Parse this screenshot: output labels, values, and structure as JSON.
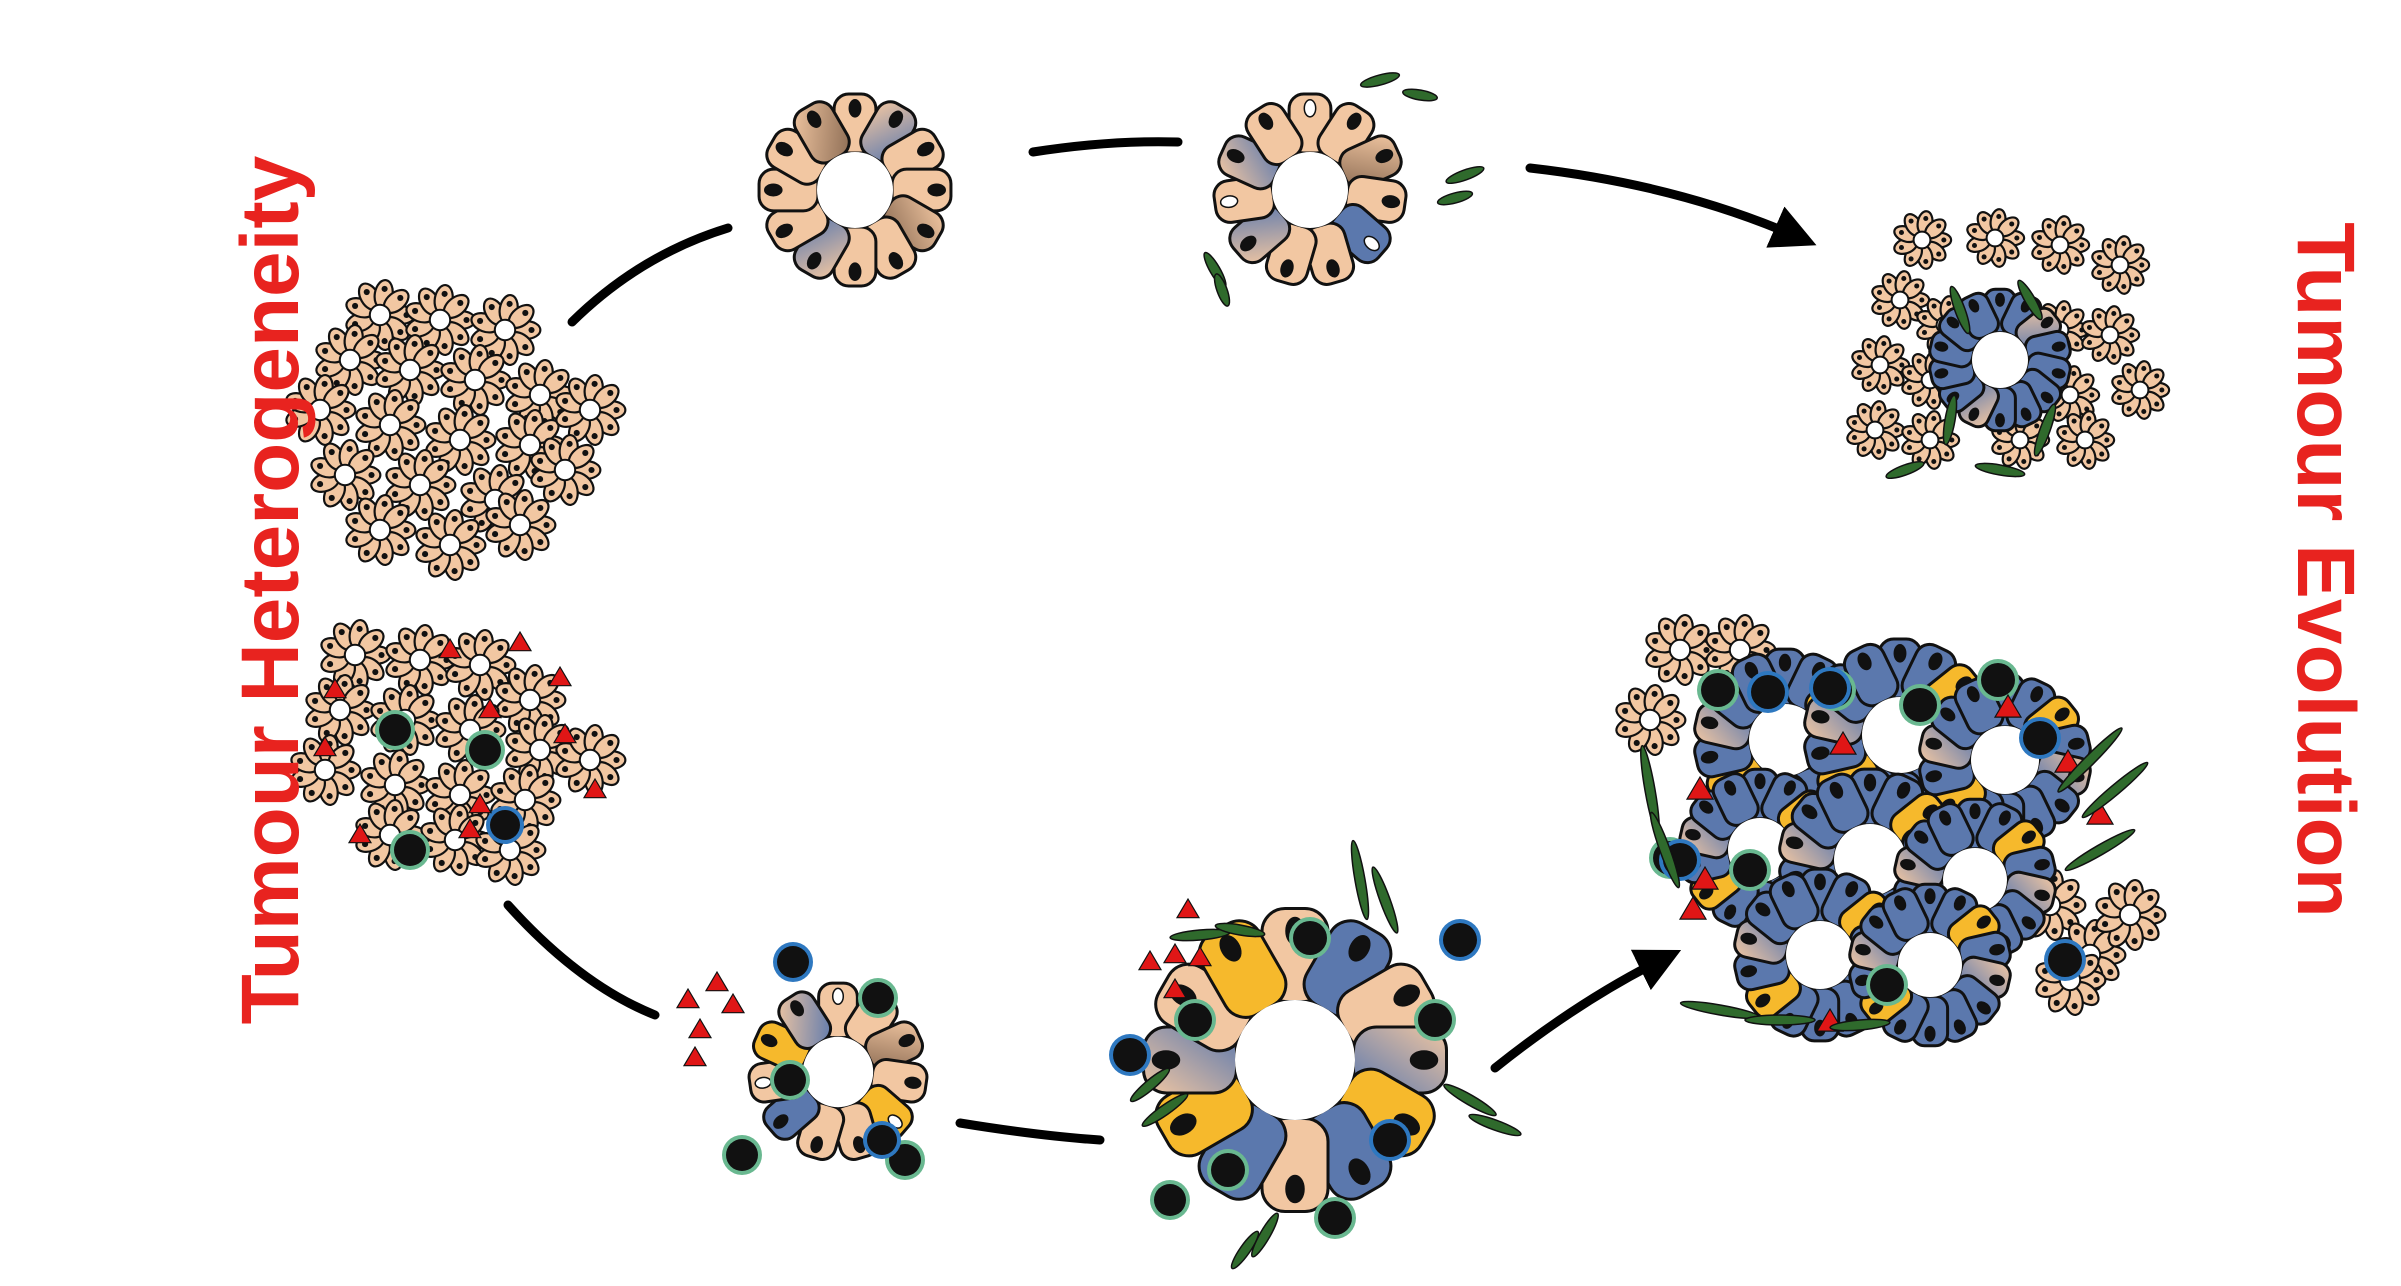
{
  "labels": {
    "left": "Tumour Heterogeneity",
    "right": "Tumour Evolution"
  },
  "colors": {
    "label": "#e8231f",
    "arrow": "#000000",
    "cell_peach": "#f2c7a2",
    "cell_blue": "#5b78ad",
    "cell_yellow": "#f6b92c",
    "cell_dark": "#1c1c1c",
    "fibroblast_green": "#2f6a2c",
    "immune_ring_teal": "#69b890",
    "immune_ring_blue": "#2e78c0",
    "cytokine_red": "#e01616"
  },
  "icons": [
    "curved-arrow",
    "gland-icon",
    "glandular-cluster-icon",
    "immune-cell-icon",
    "cytokine-triangle-icon",
    "fibroblast-icon"
  ]
}
